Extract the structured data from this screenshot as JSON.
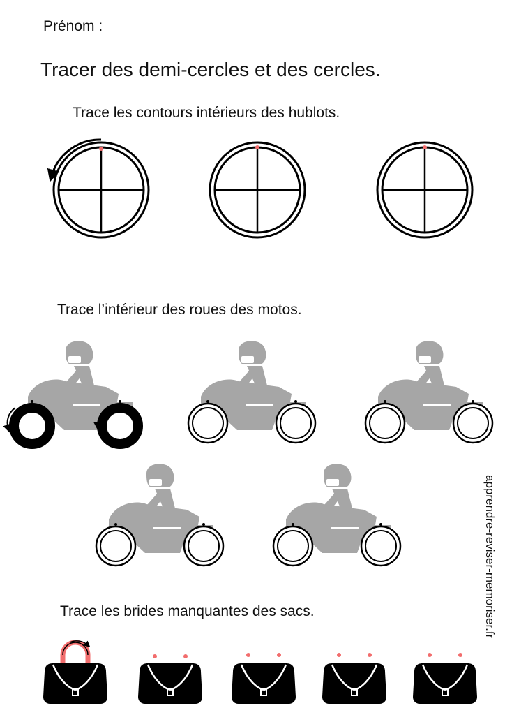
{
  "header": {
    "name_label": "Prénom :",
    "title": "Tracer des demi-cercles et des cercles."
  },
  "sections": [
    {
      "instruction": "Trace les contours intérieurs des hublots.",
      "item_count": 3
    },
    {
      "instruction": "Trace l’intérieur des roues des motos.",
      "item_count": 5
    },
    {
      "instruction": "Trace les brides manquantes des sacs.",
      "item_count": 5
    }
  ],
  "side_text": "apprendre-reviser-memoriser.fr",
  "colors": {
    "ink": "#000000",
    "moto_grey": "#a6a6a6",
    "dot_red": "#f26d6d",
    "page": "#ffffff"
  },
  "icons": [
    "porthole-icon",
    "motorcycle-icon",
    "handbag-icon",
    "direction-arrow-icon"
  ]
}
